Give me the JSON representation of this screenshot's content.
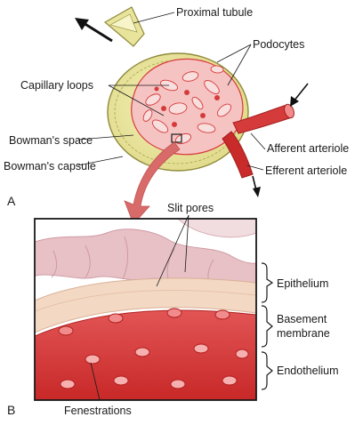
{
  "panels": {
    "a": "A",
    "b": "B"
  },
  "labels_a": {
    "proximal_tubule": "Proximal tubule",
    "podocytes": "Podocytes",
    "capillary_loops": "Capillary loops",
    "bowmans_space": "Bowman's space",
    "bowmans_capsule": "Bowman's capsule",
    "afferent_arteriole": "Afferent arteriole",
    "efferent_arteriole": "Efferent arteriole"
  },
  "labels_b": {
    "slit_pores": "Slit pores",
    "epithelium": "Epithelium",
    "basement_membrane_line1": "Basement",
    "basement_membrane_line2": "membrane",
    "endothelium": "Endothelium",
    "fenestrations": "Fenestrations"
  },
  "colors": {
    "capsule_fill": "#e8e39a",
    "capsule_stroke": "#8f8a3a",
    "capillary_red": "#d63b3b",
    "capillary_pink": "#f3a9a9",
    "arteriole_red": "#c92a2a",
    "zoom_arrow": "#d86a6a",
    "epithelium_pink": "#e7c1c6",
    "membrane_peach": "#f3d8c4",
    "endothelium_red": "#d83a3a"
  }
}
